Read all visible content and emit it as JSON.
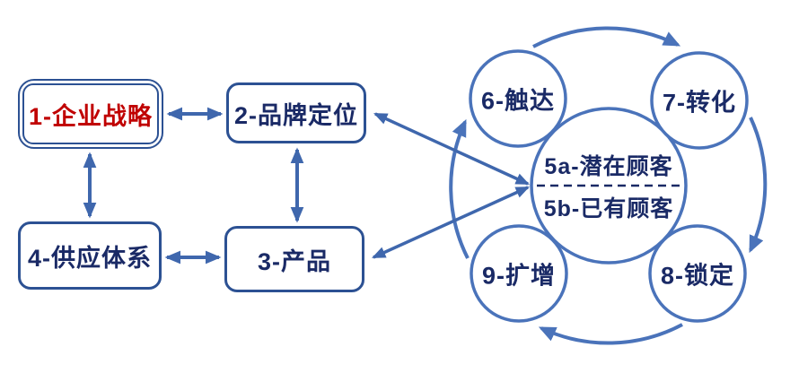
{
  "diagram": {
    "boxes": {
      "strategy": {
        "label": "1-企业战略",
        "text_color": "#c00000",
        "border_style": "double"
      },
      "brand": {
        "label": "2-品牌定位",
        "text_color": "#1a2a66",
        "border_style": "single"
      },
      "product": {
        "label": "3-产品",
        "text_color": "#1a2a66",
        "border_style": "single"
      },
      "supply": {
        "label": "4-供应体系",
        "text_color": "#1a2a66",
        "border_style": "single"
      }
    },
    "cycle": {
      "reach": "6-触达",
      "convert": "7-转化",
      "lock": "8-锁定",
      "expand": "9-扩增",
      "direction": "clockwise"
    },
    "center": {
      "top": "5a-潜在顾客",
      "bottom": "5b-已有顾客",
      "divider": "dashed"
    },
    "connections": [
      {
        "from": "1-企业战略",
        "to": "2-品牌定位",
        "type": "double-arrow"
      },
      {
        "from": "1-企业战略",
        "to": "4-供应体系",
        "type": "double-arrow"
      },
      {
        "from": "2-品牌定位",
        "to": "3-产品",
        "type": "double-arrow"
      },
      {
        "from": "4-供应体系",
        "to": "3-产品",
        "type": "double-arrow"
      },
      {
        "from": "2-品牌定位",
        "to": "5a/5b-顾客",
        "type": "double-arrow"
      },
      {
        "from": "3-产品",
        "to": "5a/5b-顾客",
        "type": "double-arrow"
      },
      {
        "cycle": [
          "6-触达",
          "7-转化",
          "8-锁定",
          "9-扩增"
        ],
        "type": "arc-arrows",
        "direction": "clockwise"
      }
    ],
    "colors": {
      "box_border": "#2c5193",
      "box_text": "#1a2a66",
      "highlight_text": "#c00000",
      "arrow": "#3f67ad",
      "circle_stroke": "#4a73ba",
      "background": "#ffffff"
    }
  }
}
